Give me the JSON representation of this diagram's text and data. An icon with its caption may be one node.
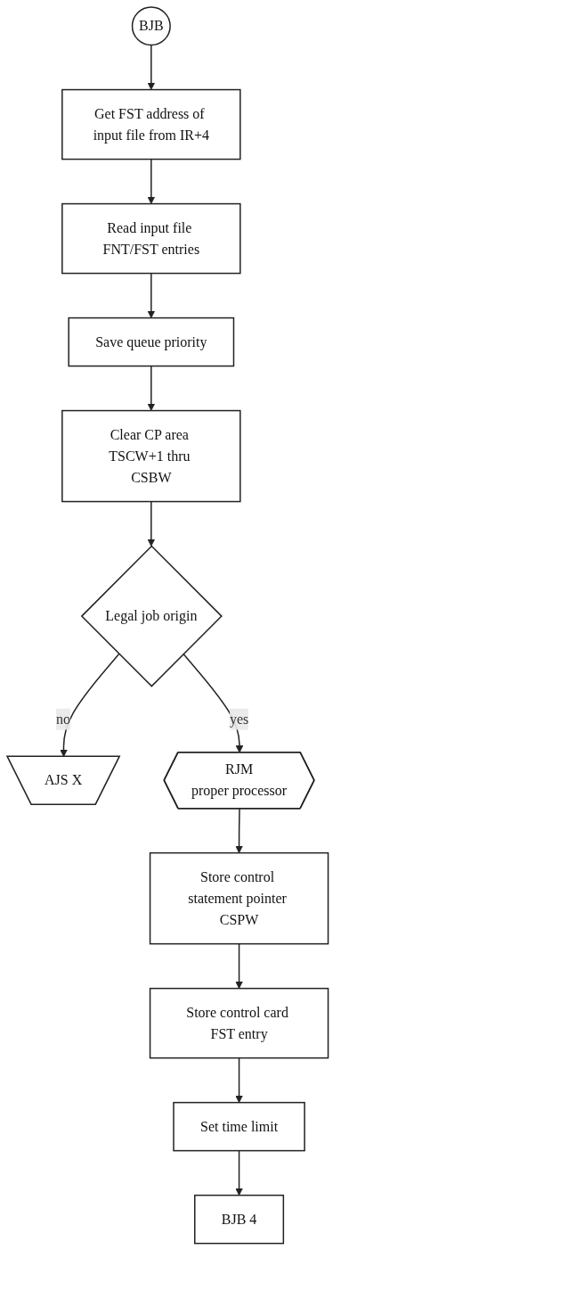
{
  "diagram": {
    "nodes": [
      {
        "text": [
          "BJB"
        ]
      },
      {
        "text": [
          "Get FST address of input file from IR+4"
        ]
      },
      {
        "text": [
          "Read input file FNT/FST entries"
        ]
      },
      {
        "text": [
          "Save queue priority"
        ]
      },
      {
        "text": [
          "Clear CP area TSCW+1 thru CSBW"
        ]
      },
      {
        "text": [
          "Legal job origin"
        ]
      },
      {
        "text": [
          "AJS X"
        ]
      },
      {
        "text": [
          "RJM",
          "proper processor"
        ]
      },
      {
        "text": [
          "Store control statement pointer CSPW"
        ]
      },
      {
        "text": [
          "Store control card FST entry"
        ]
      },
      {
        "text": [
          "Set time limit"
        ]
      },
      {
        "text": [
          "BJB 4"
        ]
      }
    ],
    "edges": [
      {
        "from": 0,
        "to": 1,
        "arrow": "to"
      },
      {
        "from": 1,
        "to": 2,
        "arrow": "to"
      },
      {
        "from": 2,
        "to": 3,
        "arrow": "to"
      },
      {
        "from": 3,
        "to": 4,
        "arrow": "to"
      },
      {
        "from": 4,
        "to": 5,
        "arrow": "to"
      },
      {
        "from": 5,
        "to": 6,
        "arrow": "to",
        "label": "no"
      },
      {
        "from": 5,
        "to": 7,
        "arrow": "to",
        "label": "yes"
      },
      {
        "from": 7,
        "to": 8,
        "arrow": "to"
      },
      {
        "from": 8,
        "to": 9,
        "arrow": "to"
      },
      {
        "from": 9,
        "to": 10,
        "arrow": "to"
      },
      {
        "from": 10,
        "to": 11,
        "arrow": "to"
      }
    ]
  }
}
